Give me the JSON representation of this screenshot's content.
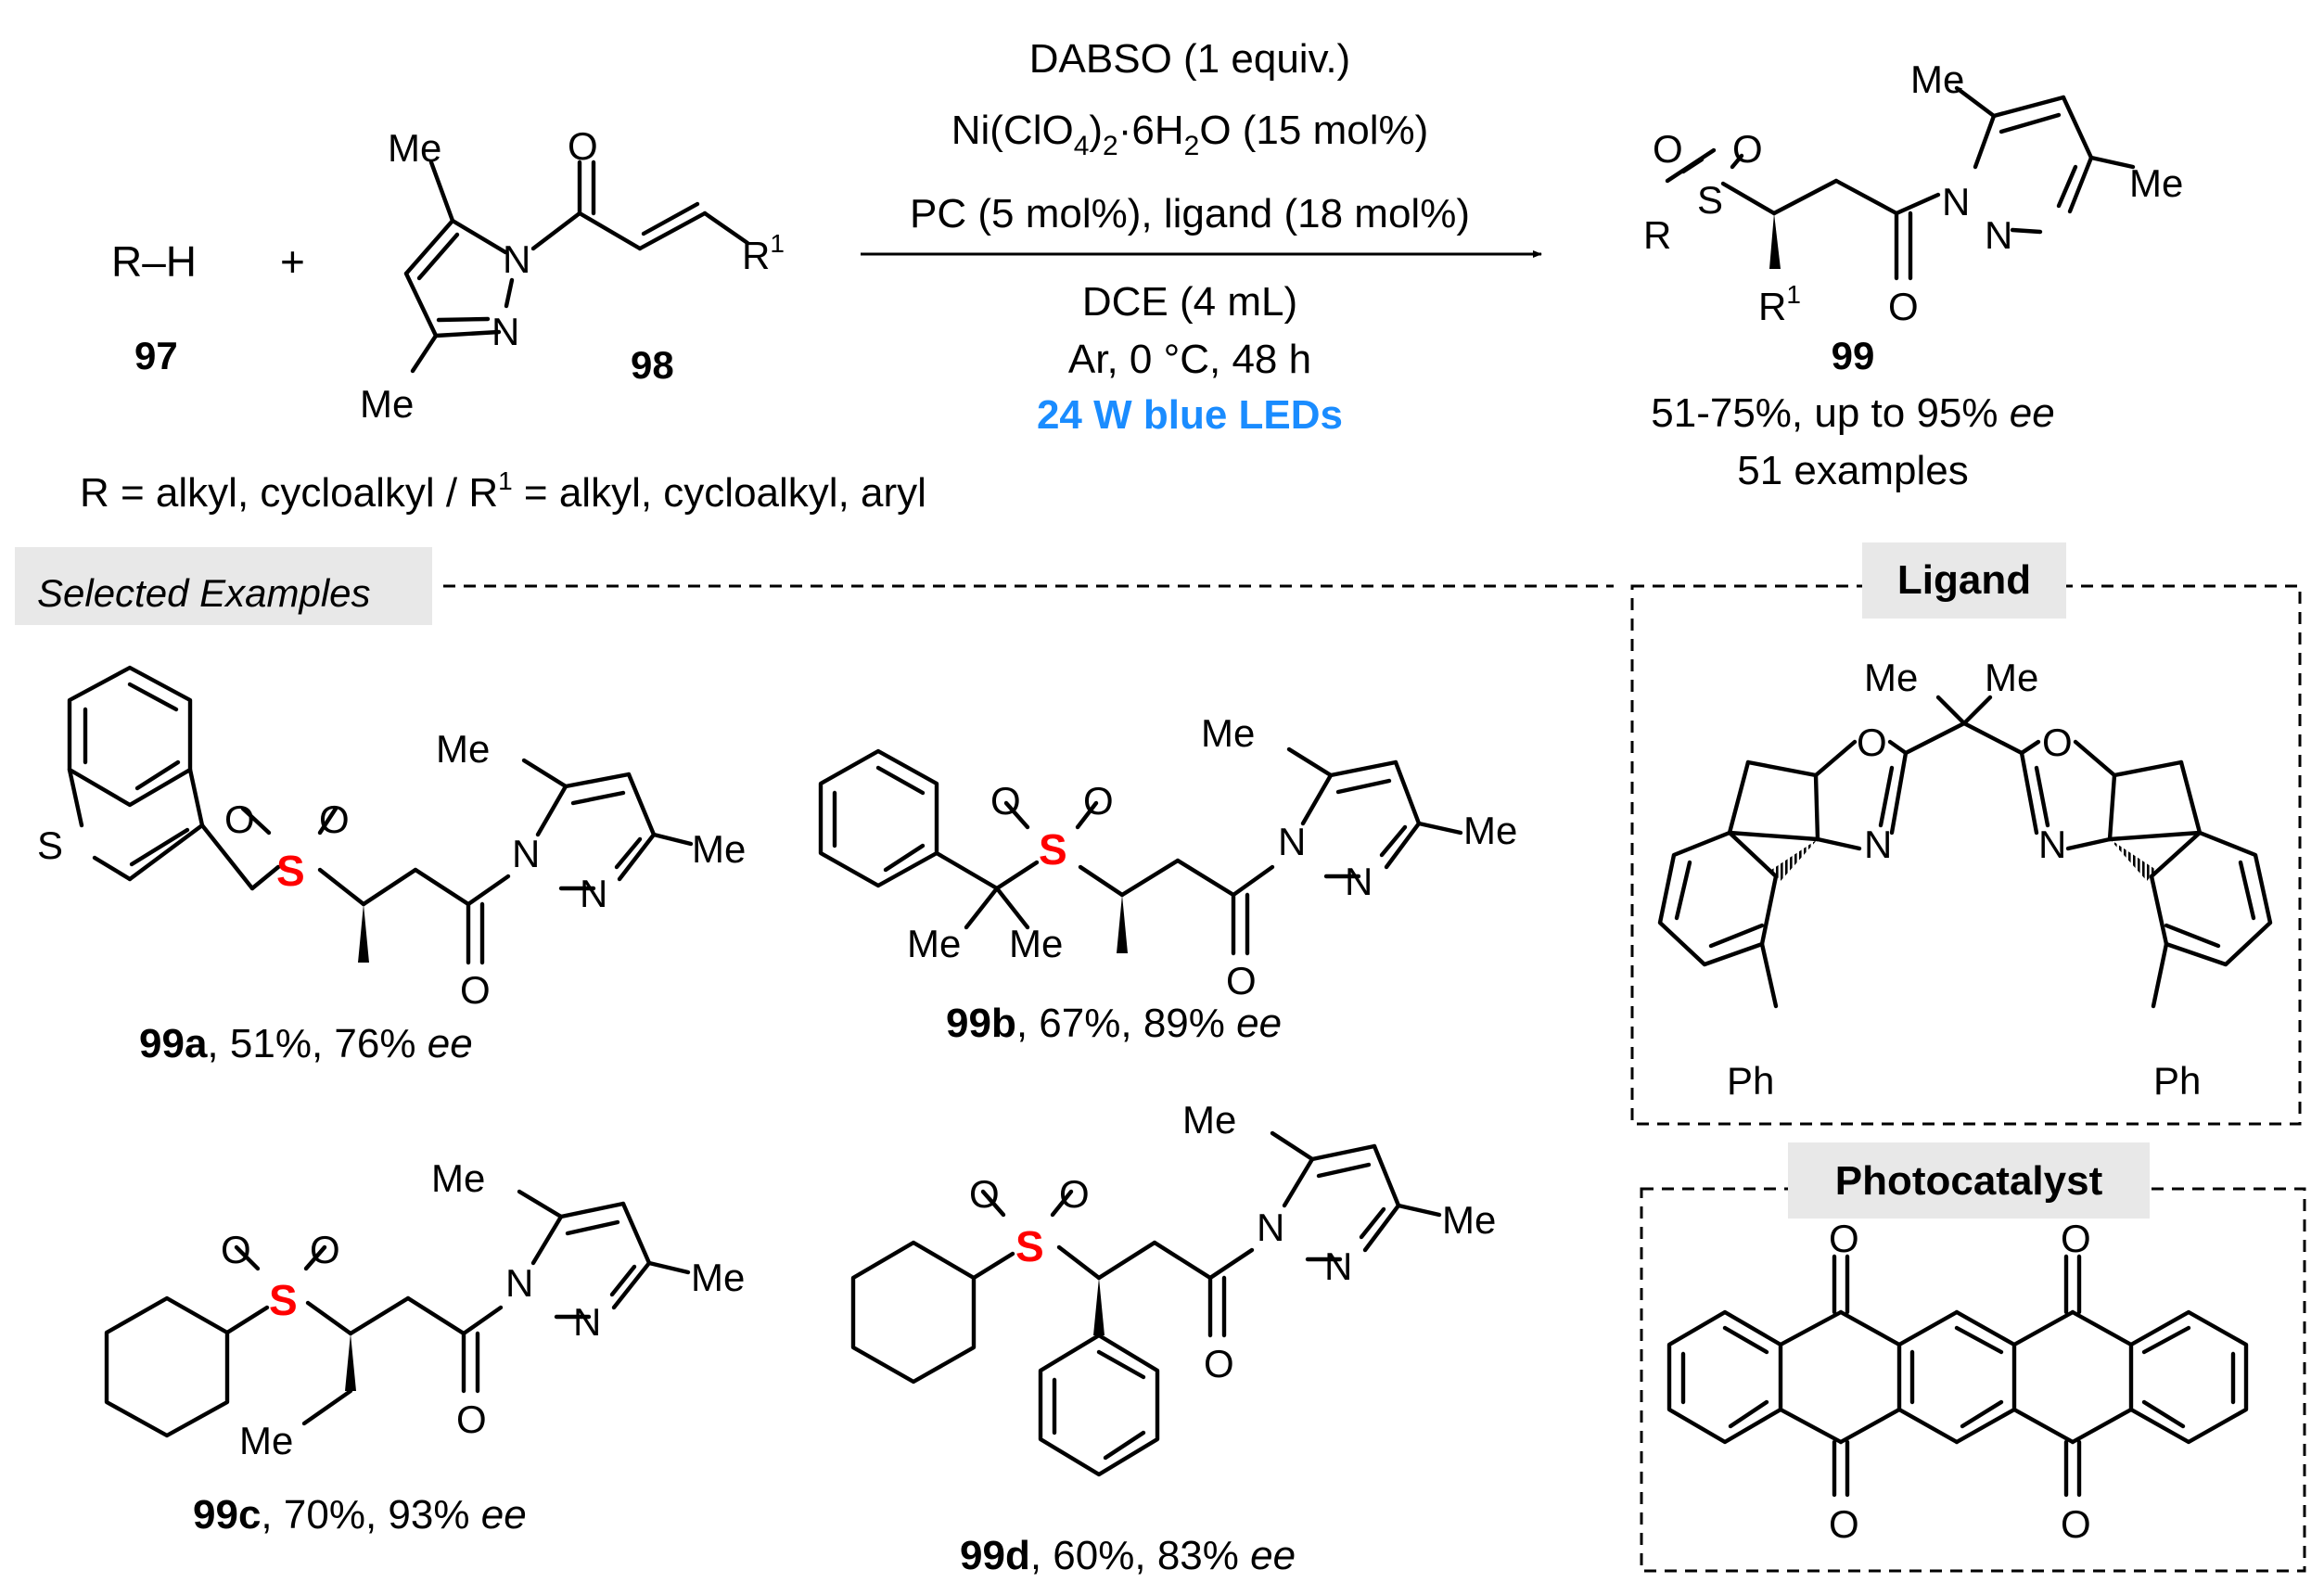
{
  "reaction": {
    "reactant1": {
      "formula": "R–H",
      "number": "97"
    },
    "plus": "+",
    "reactant2": {
      "number": "98",
      "labels": [
        "Me",
        "Me",
        "O",
        "N",
        "N",
        "R1"
      ]
    },
    "conditions": {
      "line1": "DABSO (1 equiv.)",
      "line2": "Ni(ClO4)2·6H2O (15 mol%)",
      "line3": "PC (5 mol%), ligand (18 mol%)",
      "line4": "DCE (4 mL)",
      "line5": "Ar, 0 °C, 48 h",
      "light": "24 W blue LEDs"
    },
    "product": {
      "number": "99",
      "yield": "51-75%, up to 95%",
      "ee": "ee",
      "examples": "51 examples"
    },
    "scope_note": "R = alkyl, cycloalkyl / R1 = alkyl, cycloalkyl, aryl"
  },
  "sections": {
    "selected": "Selected Examples",
    "ligand": "Ligand",
    "photocatalyst": "Photocatalyst"
  },
  "examples": [
    {
      "id": "99a",
      "yield": "51%",
      "ee_value": "76%",
      "ee": "ee"
    },
    {
      "id": "99b",
      "yield": "67%",
      "ee_value": "89%",
      "ee": "ee"
    },
    {
      "id": "99c",
      "yield": "70%",
      "ee_value": "93%",
      "ee": "ee"
    },
    {
      "id": "99d",
      "yield": "60%",
      "ee_value": "83%",
      "ee": "ee"
    }
  ],
  "atoms": {
    "me": "Me",
    "o": "O",
    "n": "N",
    "s": "S",
    "ph": "Ph",
    "r": "R",
    "r1": "R1"
  },
  "colors": {
    "sulfur": "#ff0000",
    "light": "#1a8cff",
    "label_bg": "#e8e8e8"
  }
}
